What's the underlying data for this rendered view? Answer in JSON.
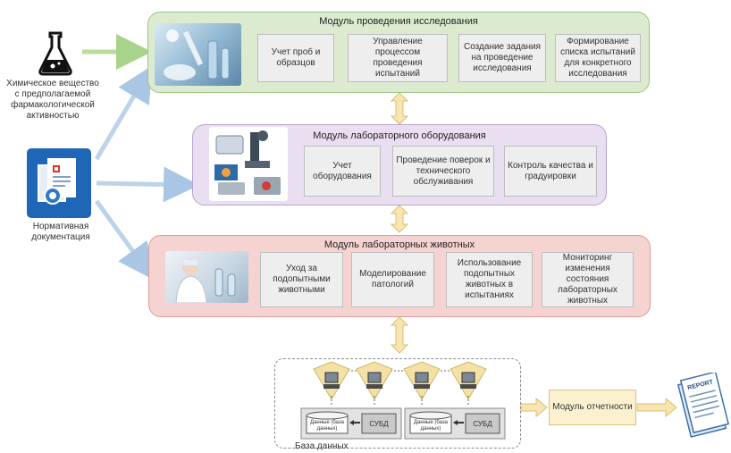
{
  "inputs": {
    "chemical_label": "Химическое вещество с предполагаемой фармакологической активностью",
    "docs_label": "Нормативная документация"
  },
  "research_module": {
    "title": "Модуль проведения исследования",
    "boxes": [
      "Учет проб и образцов",
      "Управление процессом проведения испытаний",
      "Создание задания на проведение исследования",
      "Формирование списка испытаний для конкретного исследования"
    ]
  },
  "equipment_module": {
    "title": "Модуль лабораторного оборудования",
    "boxes": [
      "Учет оборудования",
      "Проведение поверок и технического обслуживания",
      "Контроль качества и градуировки"
    ]
  },
  "animals_module": {
    "title": "Модуль лабораторных животных",
    "boxes": [
      "Уход за подопытными животными",
      "Моделирование патологий",
      "Использование подопытных животных в испытаниях",
      "Мониторинг изменения состояния лабораторных животных"
    ]
  },
  "database": {
    "label": "База данных",
    "db_cyl_label": "Данные (база данных)",
    "dbms_label": "СУБД"
  },
  "reporting": {
    "module_label": "Модуль отчетности",
    "report_label": "REPORT"
  },
  "colors": {
    "research_fill": "#dcebd0",
    "research_border": "#9cc384",
    "equipment_fill": "#e9dff0",
    "equipment_border": "#b9a3cf",
    "animals_fill": "#f5d3d1",
    "animals_border": "#dc9a96",
    "reporting_fill": "#fbf1cf",
    "reporting_border": "#d9c27a",
    "arrow_blue": "#bcd3ea",
    "arrow_green": "#b9dc9f",
    "arrow_yellow": "#f3dfa0"
  }
}
